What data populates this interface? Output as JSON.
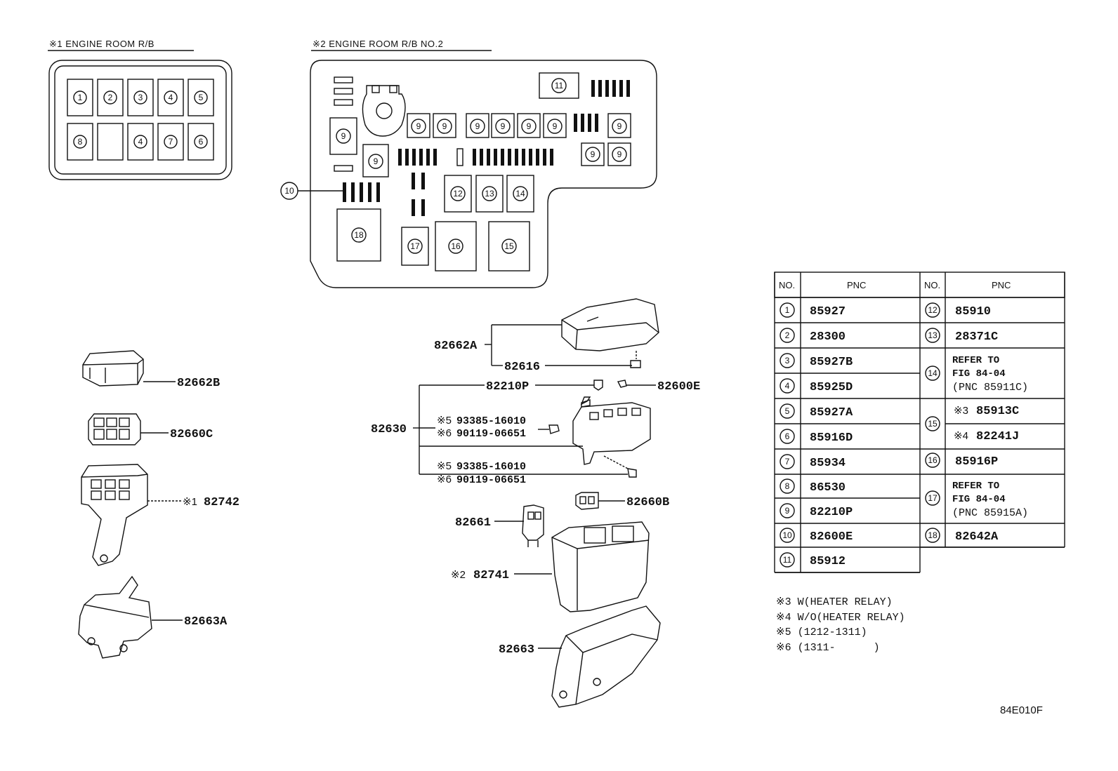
{
  "headers": {
    "rb1": "※1 ENGINE ROOM R/B",
    "rb2": "※2 ENGINE ROOM R/B NO.2"
  },
  "rb1_slots": [
    "1",
    "2",
    "3",
    "4",
    "5",
    "8",
    "4",
    "7",
    "6"
  ],
  "rb2_slots": {
    "s9": "9",
    "s10": "10",
    "s11": "11",
    "s12": "12",
    "s13": "13",
    "s14": "14",
    "s15": "15",
    "s16": "16",
    "s17": "17",
    "s18": "18"
  },
  "parts_left": {
    "p1": "82662B",
    "p2": "82660C",
    "p3_mark": "※1",
    "p3": "82742",
    "p4": "82663A"
  },
  "parts_center": {
    "a": "82662A",
    "b": "82616",
    "c": "82210P",
    "d": "82600E",
    "e": "82630",
    "f1_mark": "※5",
    "f1": "93385-16010",
    "f2_mark": "※6",
    "f2": "90119-06651",
    "g1_mark": "※5",
    "g1": "93385-16010",
    "g2_mark": "※6",
    "g2": "90119-06651",
    "h": "82660B",
    "i": "82661",
    "j_mark": "※2",
    "j": "82741",
    "k": "82663"
  },
  "table": {
    "col_no": "NO.",
    "col_pnc": "PNC",
    "left_rows": [
      {
        "no": "1",
        "pnc": "85927"
      },
      {
        "no": "2",
        "pnc": "28300"
      },
      {
        "no": "3",
        "pnc": "85927B"
      },
      {
        "no": "4",
        "pnc": "85925D"
      },
      {
        "no": "5",
        "pnc": "85927A"
      },
      {
        "no": "6",
        "pnc": "85916D"
      },
      {
        "no": "7",
        "pnc": "85934"
      },
      {
        "no": "8",
        "pnc": "86530"
      },
      {
        "no": "9",
        "pnc": "82210P"
      },
      {
        "no": "10",
        "pnc": "82600E"
      },
      {
        "no": "11",
        "pnc": "85912"
      }
    ],
    "right": {
      "r12_no": "12",
      "r12": "85910",
      "r13_no": "13",
      "r13": "28371C",
      "r14_no": "14",
      "r14_l1": "REFER TO",
      "r14_l2": "FIG 84-04",
      "r14_l3": "(PNC 85911C)",
      "r15_no": "15",
      "r15a_mark": "※3",
      "r15a": "85913C",
      "r15b_mark": "※4",
      "r15b": "82241J",
      "r16_no": "16",
      "r16": "85916P",
      "r17_no": "17",
      "r17_l1": "REFER TO",
      "r17_l2": "FIG 84-04",
      "r17_l3": "(PNC 85915A)",
      "r18_no": "18",
      "r18": "82642A"
    }
  },
  "notes": [
    "※3 W(HEATER RELAY)",
    "※4 W/O(HEATER RELAY)",
    "※5 (1212-1311)",
    "※6 (1311-      )"
  ],
  "figure_code": "84E010F"
}
